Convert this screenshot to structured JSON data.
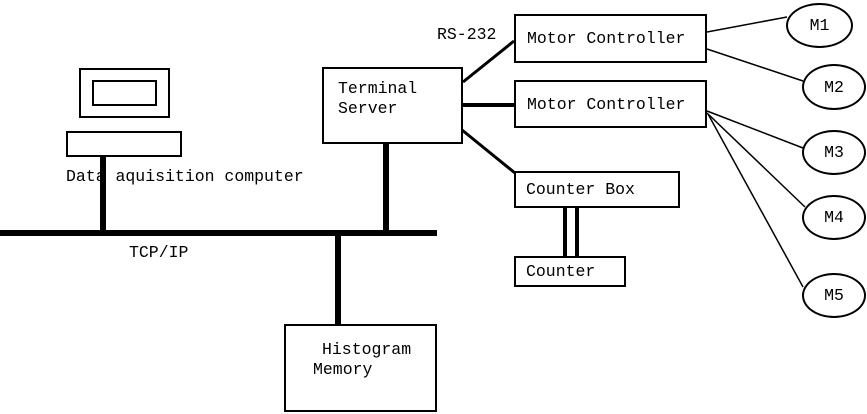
{
  "diagram": {
    "background_color": "#ffffff",
    "line_color": "#000000"
  },
  "labels": {
    "computer": "Data aquisition computer",
    "bus": "TCP/IP",
    "serial_link": "RS-232"
  },
  "nodes": {
    "terminal_server": {
      "line1": "Terminal",
      "line2": "Server"
    },
    "motor_controller_1": "Motor Controller",
    "motor_controller_2": "Motor Controller",
    "counter_box": "Counter Box",
    "counter": "Counter",
    "histogram_memory": {
      "line1": "Histogram",
      "line2": "Memory"
    }
  },
  "motors": [
    "M1",
    "M2",
    "M3",
    "M4",
    "M5"
  ]
}
